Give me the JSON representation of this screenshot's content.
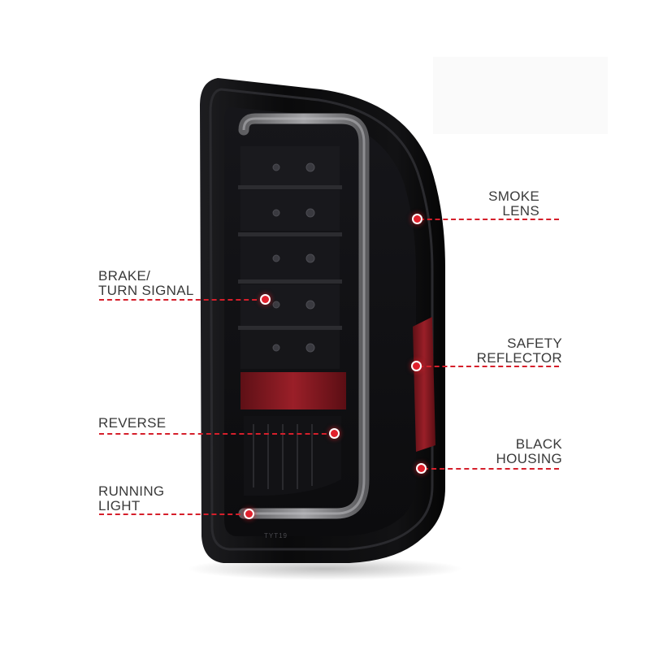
{
  "callouts": {
    "smoke_lens": [
      "SMOKE",
      "LENS"
    ],
    "brake_turn_signal": [
      "BRAKE/",
      "TURN SIGNAL"
    ],
    "safety_reflector": [
      "SAFETY",
      "REFLECTOR"
    ],
    "reverse": [
      "REVERSE"
    ],
    "black_housing": [
      "BLACK",
      "HOUSING"
    ],
    "running_light": [
      "RUNNING",
      "LIGHT"
    ]
  },
  "lens_print": "TYT19",
  "colors": {
    "callout_line": "#d51f2b",
    "callout_dot": "#e0202c",
    "label_text": "#3a3a3a",
    "housing": "#0b0b0c",
    "reflector": "#8a1a22",
    "light_bar": "#8c8c8e"
  }
}
